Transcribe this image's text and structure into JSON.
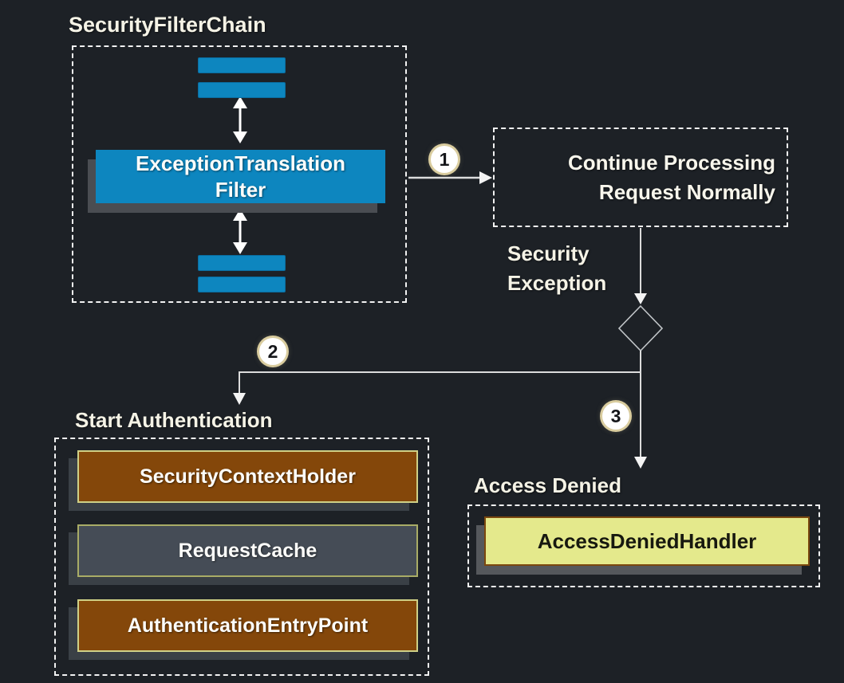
{
  "security_filter_chain": {
    "title": "SecurityFilterChain",
    "filter_box": {
      "lines": [
        "ExceptionTranslation",
        "Filter"
      ]
    }
  },
  "continue_box": {
    "lines": [
      "Continue Processing",
      "Request Normally"
    ]
  },
  "security_exception_label": {
    "lines": [
      "Security",
      "Exception"
    ]
  },
  "markers": {
    "step1": "1",
    "step2": "2",
    "step3": "3"
  },
  "start_authentication": {
    "title": "Start Authentication",
    "items": [
      {
        "label": "SecurityContextHolder"
      },
      {
        "label": "RequestCache"
      },
      {
        "label": "AuthenticationEntryPoint"
      }
    ]
  },
  "access_denied": {
    "title": "Access Denied",
    "handler_label": "AccessDeniedHandler"
  },
  "colors": {
    "background": "#1d2126",
    "filter_blue": "#0d86bf",
    "holder_brown": "#84470a",
    "cache_slate": "#454c56",
    "handler_yellow": "#e4e98c",
    "dashed_border": "#f2f2f2",
    "connector_line": "#dcdcdc",
    "shadow_gray": "#4a4d52"
  }
}
